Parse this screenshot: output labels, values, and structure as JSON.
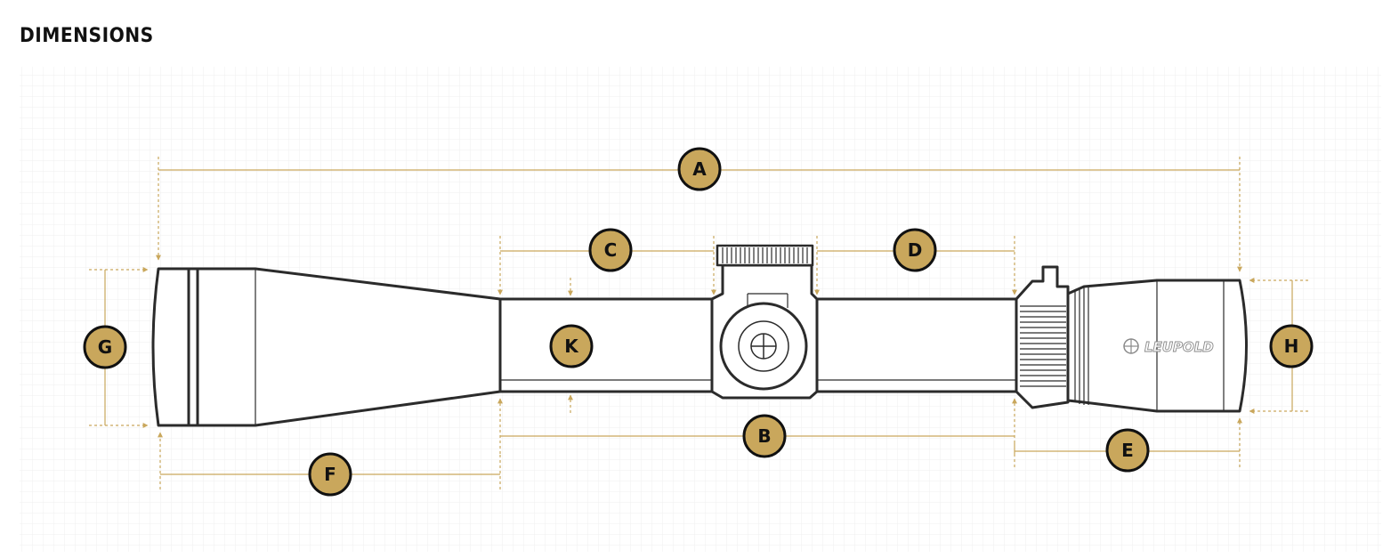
{
  "page": {
    "title": "DIMENSIONS"
  },
  "diagram": {
    "brand_text": "LEUPOLD",
    "colors": {
      "accent": "#c9a75c",
      "badge_fill": "#c9a75c",
      "badge_stroke": "#111111",
      "outline": "#2b2b2b",
      "grid": "#f2f2f2"
    },
    "dimension_labels": {
      "a": "A",
      "b": "B",
      "c": "C",
      "d": "D",
      "e": "E",
      "f": "F",
      "g": "G",
      "h": "H",
      "k": "K"
    }
  }
}
